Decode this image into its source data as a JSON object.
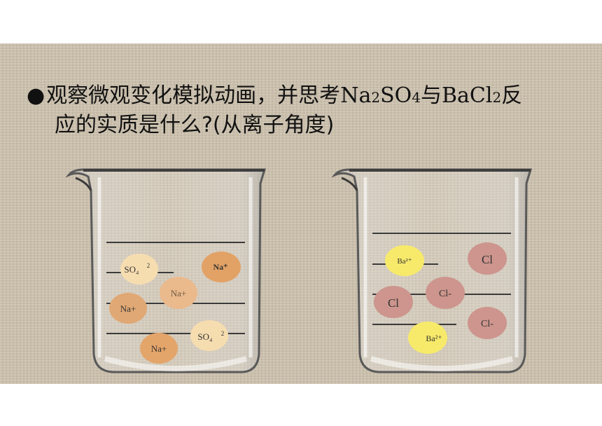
{
  "question": {
    "bullet": "●",
    "line1_a": "观察微观变化模拟动画，并思考",
    "na2so4": {
      "el1": "Na",
      "sub1": "2",
      "el2": "SO",
      "sub2": "4"
    },
    "connector": "与",
    "bacl2": {
      "el1": "BaCl",
      "sub1": "2"
    },
    "line1_b": "反",
    "line2": "应的实质是什么?(从离子角度)"
  },
  "left_beaker": {
    "ions": [
      {
        "label": "SO₄",
        "charge": "2",
        "color": "#f6ddb0"
      },
      {
        "label": "Na⁺",
        "color": "#e2a266"
      },
      {
        "label": "Na+",
        "color": "#eab98c"
      },
      {
        "label": "Na+",
        "color": "#e0a874"
      },
      {
        "label": "SO₄",
        "charge": "2",
        "color": "#f6ddb0"
      },
      {
        "label": "Na+",
        "color": "#e4a56a"
      }
    ]
  },
  "right_beaker": {
    "ions": [
      {
        "label": "Ba²⁺",
        "color": "#f7ea6a"
      },
      {
        "label": "Cl",
        "color": "#cd958d"
      },
      {
        "label": "Cl",
        "color": "#cd958d"
      },
      {
        "label": "Cl-",
        "color": "#cd958d"
      },
      {
        "label": "Cl-",
        "color": "#cd958d"
      },
      {
        "label": "Ba²⁺",
        "color": "#f7ea6a"
      }
    ]
  }
}
